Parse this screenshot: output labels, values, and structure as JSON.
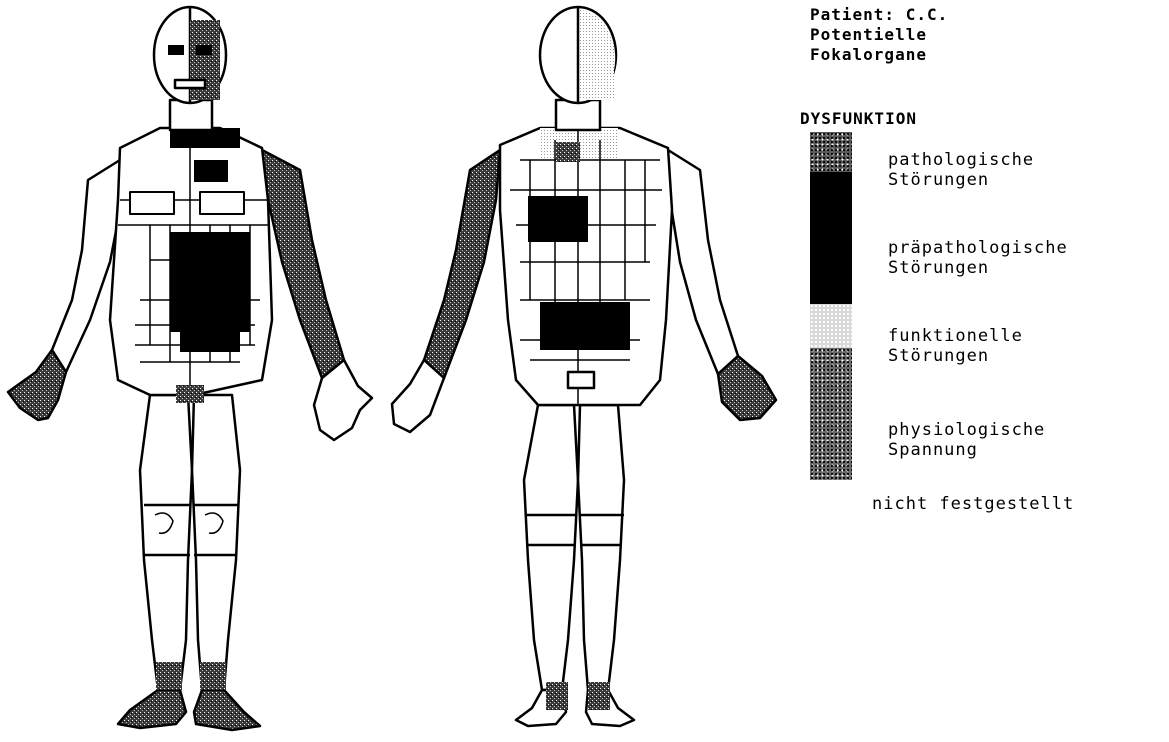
{
  "legend": {
    "header_line1": "Patient: C.C.",
    "header_line2": "Potentielle",
    "header_line3": "Fokalorgane",
    "dysfunction_title": "DYSFUNKTION",
    "items": [
      {
        "line1": "pathologische",
        "line2": "Störungen",
        "color": "#5a5a5a"
      },
      {
        "line1": "präpathologische",
        "line2": "Störungen",
        "color": "#000000"
      },
      {
        "line1": "funktionelle",
        "line2": "Störungen",
        "color": "#d8d8d8"
      },
      {
        "line1": "physiologische",
        "line2": "Spannung",
        "color": "#6b6b6b"
      },
      {
        "line1": "nicht festgestellt",
        "line2": "",
        "color": "#ffffff"
      }
    ]
  },
  "views": [
    "front",
    "back"
  ]
}
